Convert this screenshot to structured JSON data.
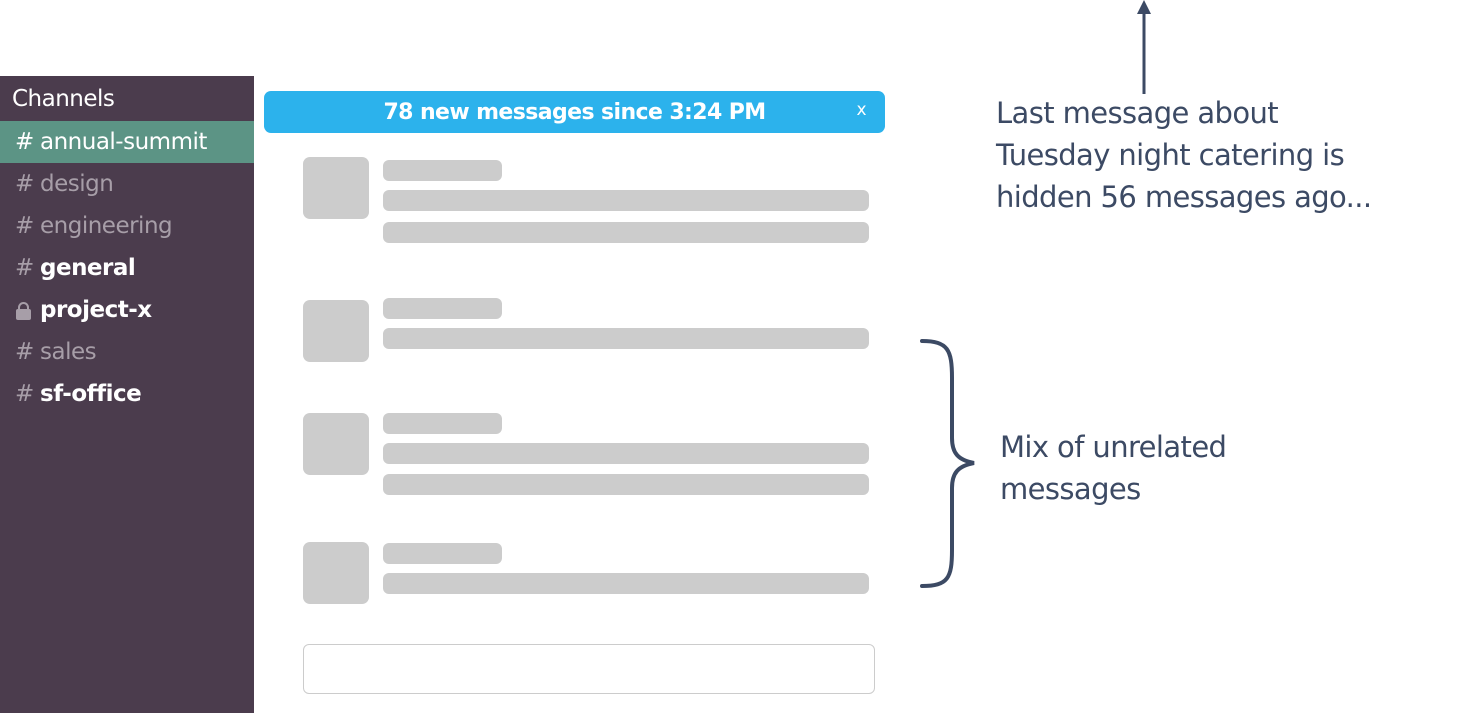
{
  "sidebar": {
    "title": "Channels",
    "channels": [
      {
        "prefix": "#",
        "name": "annual-summit",
        "state": "selected"
      },
      {
        "prefix": "#",
        "name": "design",
        "state": "read"
      },
      {
        "prefix": "#",
        "name": "engineering",
        "state": "read"
      },
      {
        "prefix": "#",
        "name": "general",
        "state": "unread"
      },
      {
        "prefix": "lock",
        "name": "project-x",
        "state": "unread"
      },
      {
        "prefix": "#",
        "name": "sales",
        "state": "read"
      },
      {
        "prefix": "#",
        "name": "sf-office",
        "state": "unread"
      }
    ]
  },
  "banner": {
    "text": "78 new messages since 3:24 PM",
    "close_label": "x",
    "color": "#2cb2ec"
  },
  "messages": [
    {
      "placeholder_lines": 2
    },
    {
      "placeholder_lines": 1
    },
    {
      "placeholder_lines": 2
    },
    {
      "placeholder_lines": 1
    }
  ],
  "composer": {
    "value": "",
    "placeholder": ""
  },
  "annotations": {
    "top": {
      "lines": [
        "Last message about",
        "Tuesday night catering is",
        "hidden 56 messages ago..."
      ],
      "icon": "arrow-up-icon"
    },
    "brace": {
      "lines": [
        "Mix of unrelated",
        "messages"
      ],
      "icon": "curly-brace-icon"
    }
  },
  "colors": {
    "sidebar_bg": "#4b3c4d",
    "selected_bg": "#5c9485",
    "placeholder_gray": "#cccccc",
    "annotation_text": "#3c4a64"
  }
}
